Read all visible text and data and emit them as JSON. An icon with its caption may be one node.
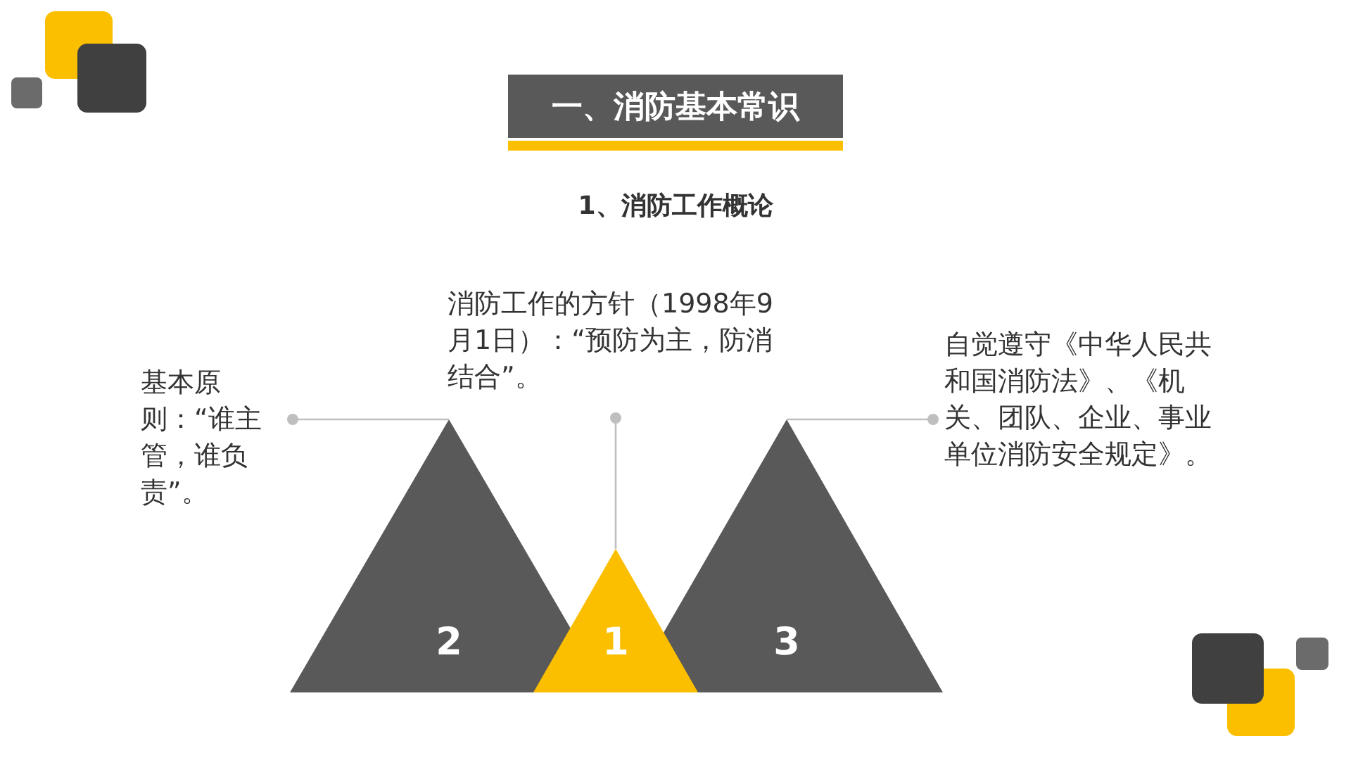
{
  "diagram": {
    "nodes": [
      {
        "text": [
          "一、消防基本常识"
        ]
      },
      {
        "text": [
          "2"
        ]
      },
      {
        "text": [
          "1"
        ]
      },
      {
        "text": [
          "3"
        ]
      },
      {
        "text": [
          "基本原则：“谁主管，谁负责”。"
        ]
      },
      {
        "text": [
          "消防工作的方针（1998年9月1日）：“预防为主，防消结合”。"
        ]
      },
      {
        "text": [
          "自觉遵守《中华人民共和国消防法》、《机关、团队、企业、事业单位消防安全规定》。"
        ]
      }
    ],
    "edges": [
      {
        "from": 4,
        "to": 1,
        "arrow": "other"
      },
      {
        "from": 5,
        "to": 2,
        "arrow": "other"
      },
      {
        "from": 6,
        "to": 3,
        "arrow": "other"
      }
    ],
    "labels": [
      "1、消防工作概论"
    ]
  }
}
